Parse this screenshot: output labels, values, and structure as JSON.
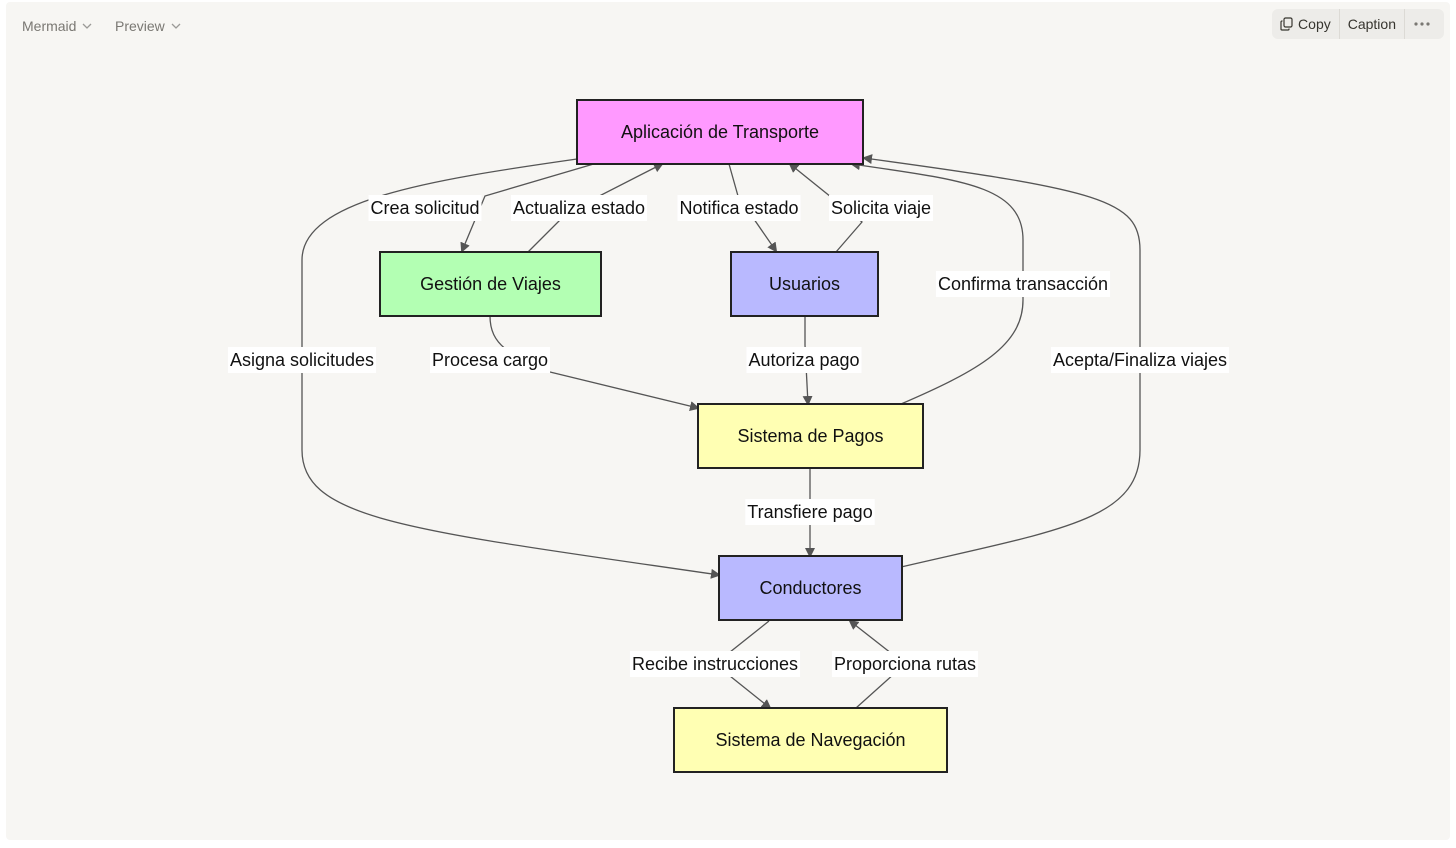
{
  "header": {
    "language_label": "Mermaid",
    "view_label": "Preview",
    "copy_label": "Copy",
    "caption_label": "Caption",
    "more_icon": "more-horizontal-icon"
  },
  "diagram": {
    "nodes": [
      {
        "id": "app",
        "label": "Aplicación de Transporte",
        "fill": "#ff99ff"
      },
      {
        "id": "viajes",
        "label": "Gestión de Viajes",
        "fill": "#b3ffb3"
      },
      {
        "id": "usuarios",
        "label": "Usuarios",
        "fill": "#b9b9ff"
      },
      {
        "id": "pagos",
        "label": "Sistema de Pagos",
        "fill": "#ffffb3"
      },
      {
        "id": "conductores",
        "label": "Conductores",
        "fill": "#b9b9ff"
      },
      {
        "id": "nav",
        "label": "Sistema de Navegación",
        "fill": "#ffffb3"
      }
    ],
    "edges": [
      {
        "id": "e1",
        "from": "app",
        "to": "viajes",
        "label": "Crea solicitud"
      },
      {
        "id": "e2",
        "from": "viajes",
        "to": "app",
        "label": "Actualiza estado"
      },
      {
        "id": "e3",
        "from": "app",
        "to": "usuarios",
        "label": "Notifica estado"
      },
      {
        "id": "e4",
        "from": "usuarios",
        "to": "app",
        "label": "Solicita viaje"
      },
      {
        "id": "e5",
        "from": "pagos",
        "to": "app",
        "label": "Confirma transacción"
      },
      {
        "id": "e6",
        "from": "app",
        "to": "conductores",
        "label": "Asigna solicitudes"
      },
      {
        "id": "e7",
        "from": "conductores",
        "to": "app",
        "label": "Acepta/Finaliza viajes"
      },
      {
        "id": "e8",
        "from": "viajes",
        "to": "pagos",
        "label": "Procesa cargo"
      },
      {
        "id": "e9",
        "from": "usuarios",
        "to": "pagos",
        "label": "Autoriza pago"
      },
      {
        "id": "e10",
        "from": "pagos",
        "to": "conductores",
        "label": "Transfiere pago"
      },
      {
        "id": "e11",
        "from": "conductores",
        "to": "nav",
        "label": "Recibe instrucciones"
      },
      {
        "id": "e12",
        "from": "nav",
        "to": "conductores",
        "label": "Proporciona rutas"
      }
    ]
  }
}
